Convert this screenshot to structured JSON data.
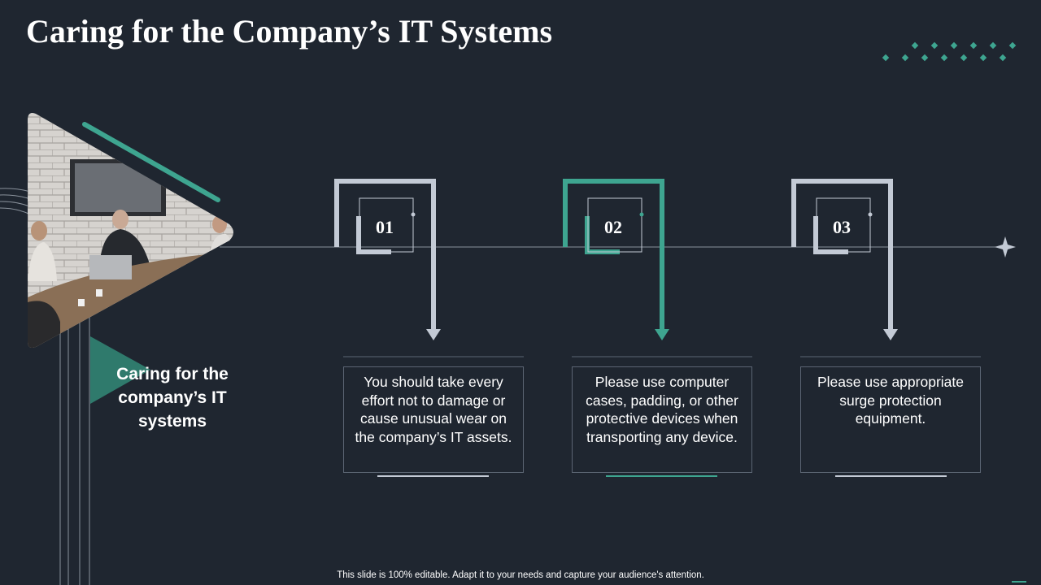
{
  "title": "Caring for the Company’s IT Systems",
  "side_label": "Caring for the company’s IT systems",
  "colors": {
    "background": "#1f2630",
    "accent": "#3ea590",
    "bracket": "#c3cad5",
    "line": "#8a929c"
  },
  "steps": [
    {
      "number": "01",
      "text": "You should take every effort not to damage or cause unusual wear on the company’s IT assets."
    },
    {
      "number": "02",
      "text": "Please use computer cases, padding, or other protective devices when transporting any device."
    },
    {
      "number": "03",
      "text": "Please use appropriate surge protection equipment."
    }
  ],
  "icons": {
    "photo": "meeting-room-photo",
    "sparkle": "four-point-star-icon",
    "arrow": "arrow-down-icon"
  },
  "footer": "This slide is 100% editable. Adapt it to your needs and capture your audience's attention."
}
